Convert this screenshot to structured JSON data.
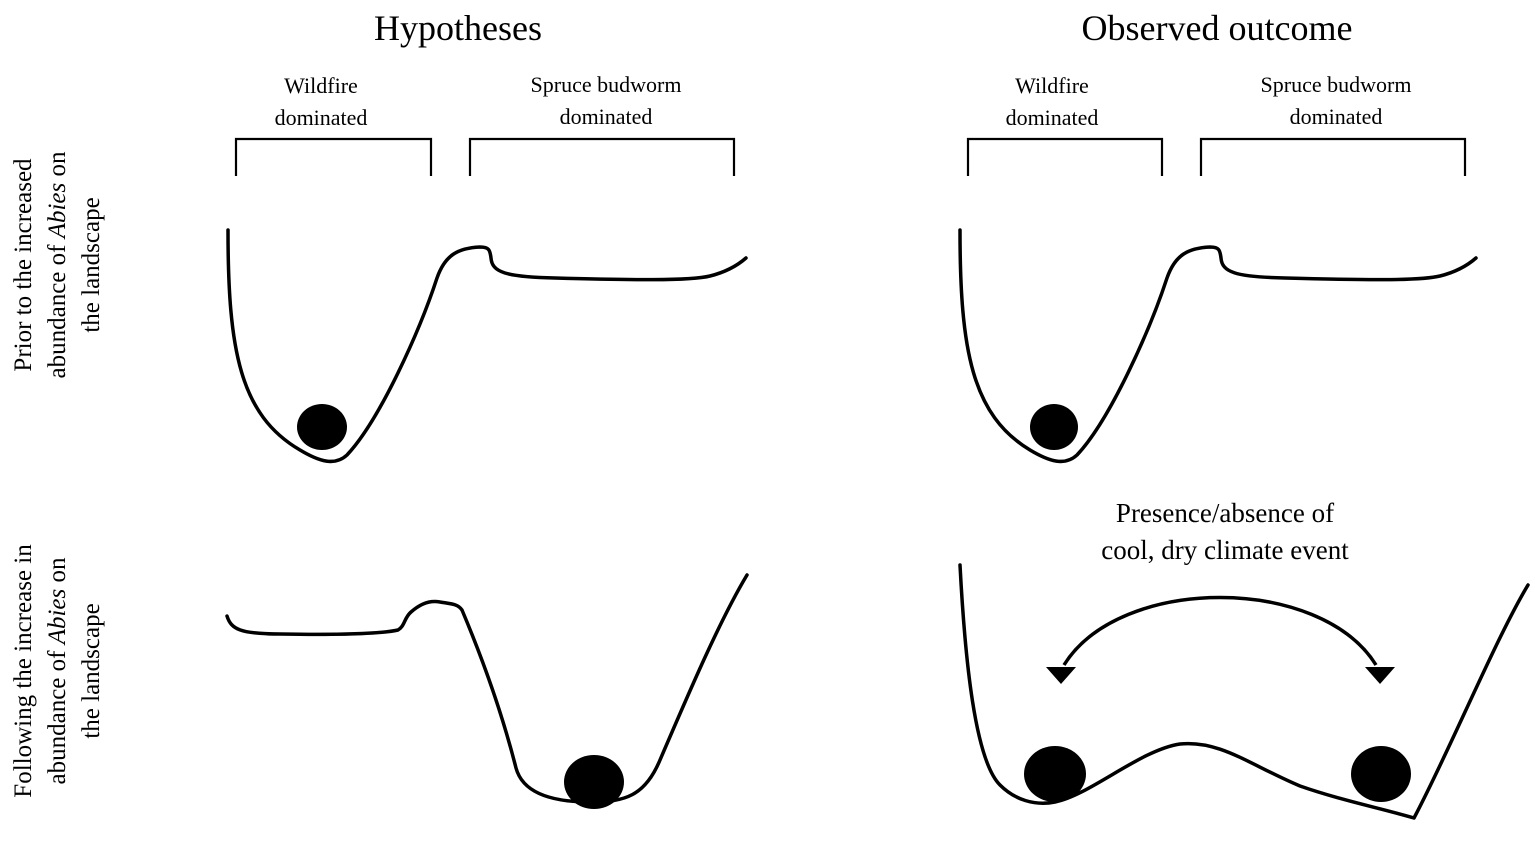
{
  "columns": {
    "hypotheses": {
      "title": "Hypotheses",
      "regime_left_line1": "Wildfire",
      "regime_left_line2": "dominated",
      "regime_right_line1": "Spruce budworm",
      "regime_right_line2": "dominated"
    },
    "observed": {
      "title": "Observed outcome",
      "regime_left_line1": "Wildfire",
      "regime_left_line2": "dominated",
      "regime_right_line1": "Spruce budworm",
      "regime_right_line2": "dominated"
    }
  },
  "rows": {
    "prior": {
      "line1": "Prior to the increased",
      "line2_before": "abundance of ",
      "line2_italic": "Abies",
      "line2_after": " on",
      "line3": "the landscape"
    },
    "following": {
      "line1": "Following the increase in",
      "line2_before": "abundance of ",
      "line2_italic": "Abies",
      "line2_after": " on",
      "line3": "the landscape"
    }
  },
  "event": {
    "line1": "Presence/absence of",
    "line2": "cool, dry climate event"
  }
}
